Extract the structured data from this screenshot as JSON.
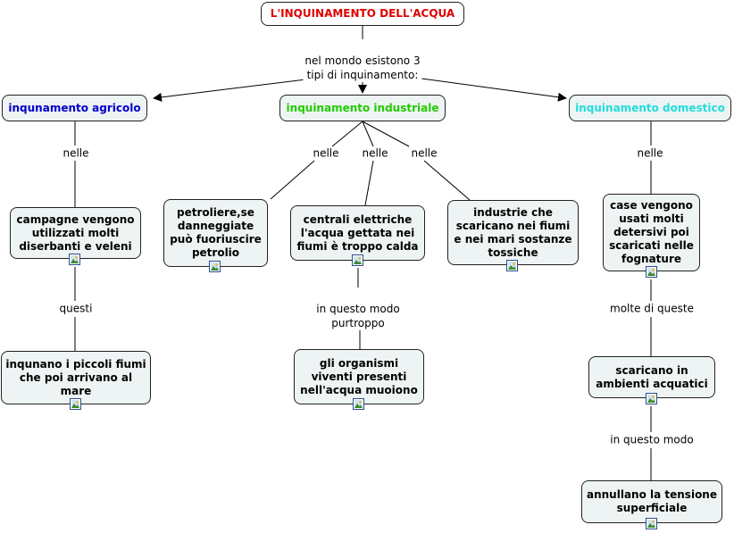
{
  "root": {
    "title": "L'INQUINAMENTO DELL'ACQUA"
  },
  "root_link": "nel mondo esistono 3\ntipi di inquinamento:",
  "categories": {
    "agricolo": {
      "label": "inqunamento agricolo",
      "color": "#0000cc"
    },
    "industriale": {
      "label": "inquinamento industriale",
      "color": "#22cc00"
    },
    "domestico": {
      "label": "inquinamento domestico",
      "color": "#22dddd"
    }
  },
  "links": {
    "agr_nelle": "nelle",
    "agr_questi": "questi",
    "ind_nelle_1": "nelle",
    "ind_nelle_2": "nelle",
    "ind_nelle_3": "nelle",
    "ind_modo": "in questo modo\npurtroppo",
    "dom_nelle": "nelle",
    "dom_molte": "molte di queste",
    "dom_modo": "in questo modo"
  },
  "concepts": {
    "campagne": "campagne vengono utilizzati molti diserbanti e veleni",
    "fiumi_piccoli": "inqunano i piccoli fiumi che poi arrivano al mare",
    "petroliere": "petroliere,se danneggiate può fuoriuscire petrolio",
    "centrali": "centrali elettriche l'acqua gettata nei fiumi è troppo calda",
    "industrie": "industrie che scaricano nei fiumi e nei mari sostanze tossiche",
    "organismi": "gli organismi viventi presenti nell'acqua muoiono",
    "case": "case vengono usati molti detersivi poi scaricati nelle fognature",
    "scaricano": "scaricano in ambienti acquatici",
    "annullano": "annullano la tensione superficiale"
  },
  "icons": {
    "attached_resource": "image-icon"
  }
}
